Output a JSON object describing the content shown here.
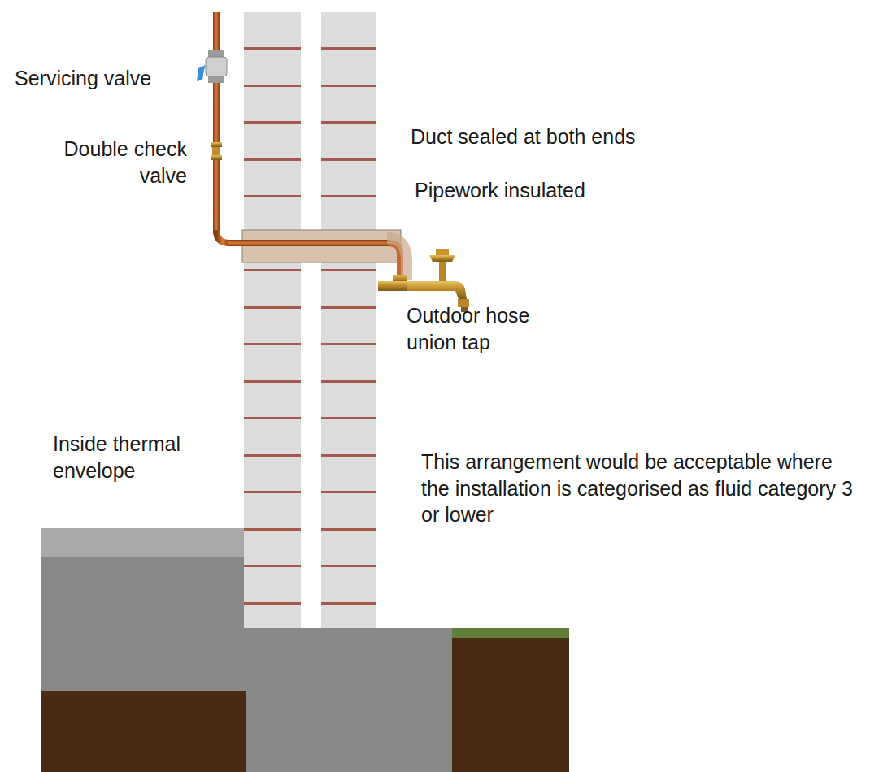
{
  "diagram": {
    "labels": [
      "Servicing valve",
      "Double check valve",
      "Duct sealed at both ends",
      "Pipework insulated",
      "Outdoor hose union tap",
      "Inside thermal envelope",
      "This arrangement would be acceptable where the installation is categorised as fluid category 3 or lower"
    ]
  }
}
